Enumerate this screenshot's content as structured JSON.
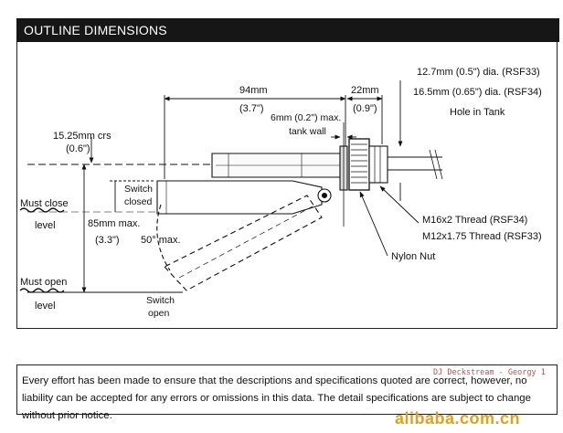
{
  "header": {
    "title": "OUTLINE DIMENSIONS"
  },
  "dimensions": {
    "overall_length": "94mm",
    "overall_length_in": "(3.7\")",
    "nut_length": "22mm",
    "nut_length_in": "(0.9\")",
    "tank_wall_max": "6mm (0.2\") max.",
    "tank_wall": "tank wall",
    "hole_rsf33": "12.7mm (0.5\") dia. (RSF33)",
    "hole_rsf34": "16.5mm (0.65\") dia. (RSF34)",
    "hole_in_tank": "Hole in Tank",
    "crs": "15.25mm crs",
    "crs_in": "(0.6\")",
    "switch_closed_1": "Switch",
    "switch_closed_2": "closed",
    "must_close_1": "Must close",
    "must_close_2": "level",
    "drop_max": "85mm max.",
    "drop_max_in": "(3.3\")",
    "angle_max": "50° max.",
    "must_open_1": "Must open",
    "must_open_2": "level",
    "switch_open_1": "Switch",
    "switch_open_2": "open",
    "thread_rsf34": "M16x2 Thread (RSF34)",
    "thread_rsf33": "M12x1.75 Thread (RSF33)",
    "nylon_nut": "Nylon Nut"
  },
  "footer": {
    "disclaimer": "Every effort has been made to ensure that the descriptions and specifications quoted are correct, however, no liability can be accepted for any errors or omissions in this data.  The detail specifications are subject to change without prior notice."
  },
  "watermarks": {
    "small": "DJ Deckstream - Georgy 1",
    "large": "alibaba.com.cn"
  }
}
